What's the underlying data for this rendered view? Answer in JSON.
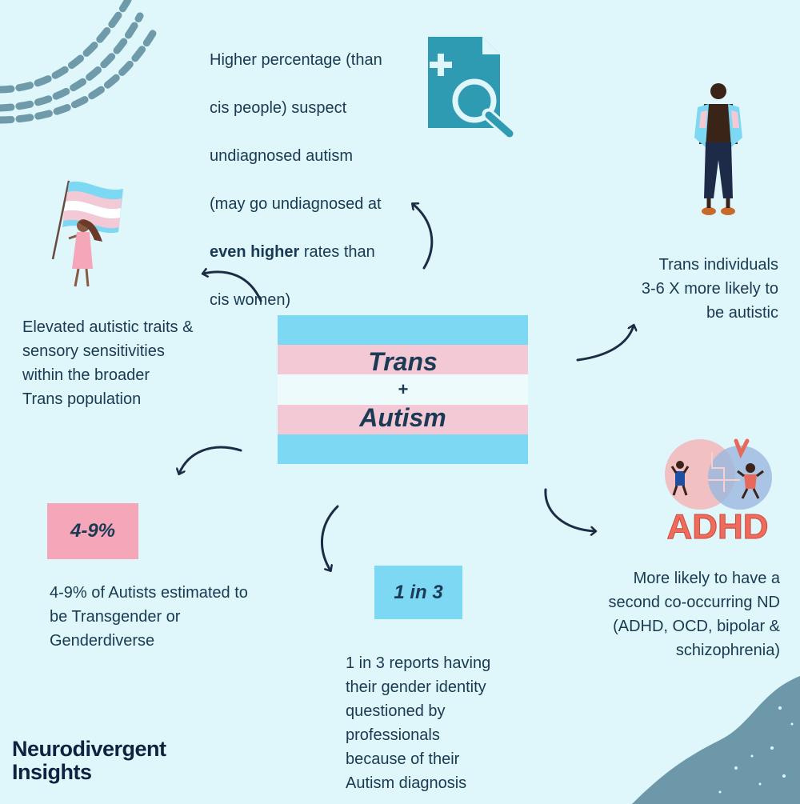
{
  "center": {
    "title_top": "Trans",
    "plus": "+",
    "title_bottom": "Autism"
  },
  "top_note": {
    "line1": "Higher percentage (than",
    "line2": "cis people) suspect",
    "line3": "undiagnosed autism",
    "line4": "(may go undiagnosed at",
    "line5_bold": "even higher",
    "line5_rest": " rates than",
    "line6": "cis women)"
  },
  "left_note": "Elevated autistic traits &\nsensory sensitivities\nwithin the broader\nTrans population",
  "right_note": "Trans individuals\n3-6 X more likely to\nbe autistic",
  "stat_left": {
    "badge": "4-9%",
    "text": "4-9% of Autists estimated to\nbe Transgender or\nGenderdiverse"
  },
  "stat_mid": {
    "badge": "1 in 3",
    "text": "1 in 3 reports having\ntheir gender identity\nquestioned by\nprofessionals\nbecause of their\nAutism diagnosis"
  },
  "adhd_note": "More likely to have a\nsecond co-occurring ND\n(ADHD, OCD, bipolar &\nschizophrenia)",
  "adhd_label": "ADHD",
  "brand": {
    "line1": "Neurodivergent",
    "line2": "Insights"
  },
  "colors": {
    "background": "#dff6fb",
    "trans_blue": "#7dd8f4",
    "trans_pink": "#f2c9d4",
    "trans_white": "#eefbfd",
    "badge_pink": "#f5a6b8",
    "badge_blue": "#7dd8f4",
    "text_dark": "#193a52",
    "icon_teal": "#2e9bb3",
    "arrow": "#1b2d45",
    "adhd_red": "#ef6b5b"
  },
  "icons": [
    "document-search-icon",
    "trans-flag-person-icon",
    "standing-person-icon",
    "adhd-illustration-icon"
  ]
}
